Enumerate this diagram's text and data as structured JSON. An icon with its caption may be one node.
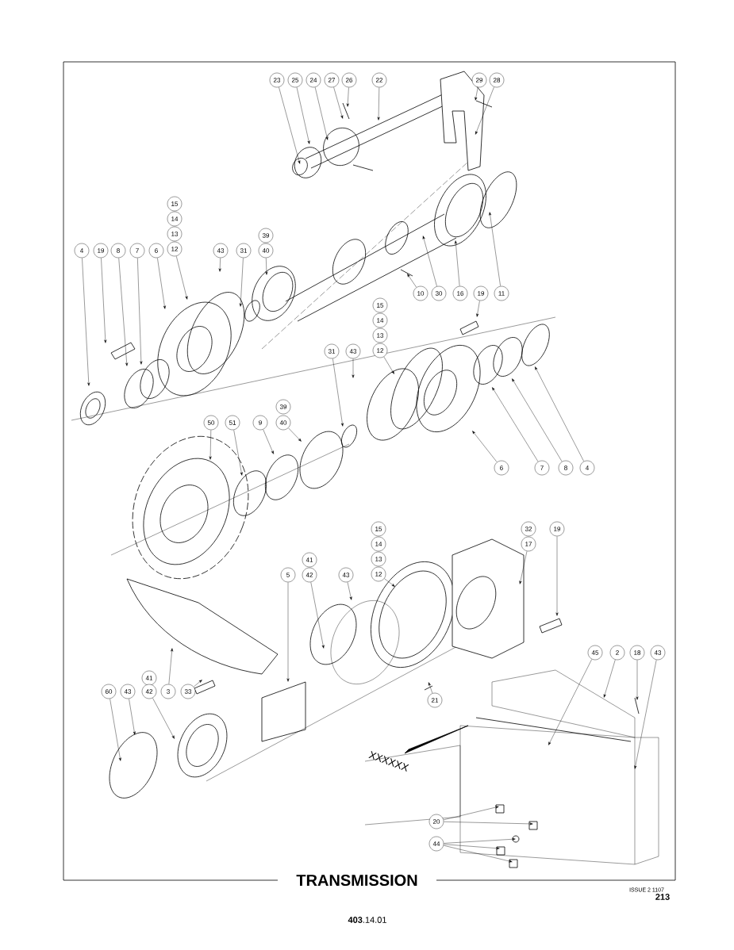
{
  "diagram": {
    "title": "TRANSMISSION",
    "nodes": [
      {
        "text": [
          "23"
        ]
      },
      {
        "text": [
          "25"
        ]
      },
      {
        "text": [
          "24"
        ]
      },
      {
        "text": [
          "27"
        ]
      },
      {
        "text": [
          "26"
        ]
      },
      {
        "text": [
          "22"
        ]
      },
      {
        "text": [
          "29"
        ]
      },
      {
        "text": [
          "28"
        ]
      },
      {
        "text": [
          "15"
        ]
      },
      {
        "text": [
          "14"
        ]
      },
      {
        "text": [
          "13"
        ]
      },
      {
        "text": [
          "12"
        ]
      },
      {
        "text": [
          "39"
        ]
      },
      {
        "text": [
          "4"
        ]
      },
      {
        "text": [
          "19"
        ]
      },
      {
        "text": [
          "8"
        ]
      },
      {
        "text": [
          "7"
        ]
      },
      {
        "text": [
          "6"
        ]
      },
      {
        "text": [
          "43"
        ]
      },
      {
        "text": [
          "31"
        ]
      },
      {
        "text": [
          "40"
        ]
      },
      {
        "text": [
          "10"
        ]
      },
      {
        "text": [
          "30"
        ]
      },
      {
        "text": [
          "16"
        ]
      },
      {
        "text": [
          "19"
        ]
      },
      {
        "text": [
          "11"
        ]
      },
      {
        "text": [
          "15"
        ]
      },
      {
        "text": [
          "14"
        ]
      },
      {
        "text": [
          "13"
        ]
      },
      {
        "text": [
          "31"
        ]
      },
      {
        "text": [
          "43"
        ]
      },
      {
        "text": [
          "12"
        ]
      },
      {
        "text": [
          "39"
        ]
      },
      {
        "text": [
          "50"
        ]
      },
      {
        "text": [
          "51"
        ]
      },
      {
        "text": [
          "9"
        ]
      },
      {
        "text": [
          "40"
        ]
      },
      {
        "text": [
          "6"
        ]
      },
      {
        "text": [
          "7"
        ]
      },
      {
        "text": [
          "8"
        ]
      },
      {
        "text": [
          "4"
        ]
      },
      {
        "text": [
          "15"
        ]
      },
      {
        "text": [
          "32"
        ]
      },
      {
        "text": [
          "19"
        ]
      },
      {
        "text": [
          "14"
        ]
      },
      {
        "text": [
          "17"
        ]
      },
      {
        "text": [
          "41"
        ]
      },
      {
        "text": [
          "13"
        ]
      },
      {
        "text": [
          "5"
        ]
      },
      {
        "text": [
          "42"
        ]
      },
      {
        "text": [
          "43"
        ]
      },
      {
        "text": [
          "12"
        ]
      },
      {
        "text": [
          "45"
        ]
      },
      {
        "text": [
          "2"
        ]
      },
      {
        "text": [
          "18"
        ]
      },
      {
        "text": [
          "43"
        ]
      },
      {
        "text": [
          "41"
        ]
      },
      {
        "text": [
          "60"
        ]
      },
      {
        "text": [
          "43"
        ]
      },
      {
        "text": [
          "42"
        ]
      },
      {
        "text": [
          "3"
        ]
      },
      {
        "text": [
          "33"
        ]
      },
      {
        "text": [
          "21"
        ]
      },
      {
        "text": [
          "20"
        ]
      },
      {
        "text": [
          "44"
        ]
      },
      {
        "text": [],
        "shape": "wedge"
      }
    ],
    "edges": [
      {
        "from": 0,
        "to": null,
        "arrow": "to"
      },
      {
        "from": 1,
        "to": null,
        "arrow": "to"
      },
      {
        "from": 2,
        "to": null,
        "arrow": "to"
      },
      {
        "from": 3,
        "to": null,
        "arrow": "to"
      },
      {
        "from": 4,
        "to": null,
        "arrow": "to"
      },
      {
        "from": 5,
        "to": null,
        "arrow": "to"
      },
      {
        "from": 6,
        "to": null,
        "arrow": "to"
      },
      {
        "from": 7,
        "to": null,
        "arrow": "to"
      },
      {
        "from": 11,
        "to": null,
        "arrow": "to"
      },
      {
        "from": 13,
        "to": null,
        "arrow": "to"
      },
      {
        "from": 14,
        "to": null,
        "arrow": "to"
      },
      {
        "from": 15,
        "to": null,
        "arrow": "to"
      },
      {
        "from": 16,
        "to": null,
        "arrow": "to"
      },
      {
        "from": 17,
        "to": null,
        "arrow": "to"
      },
      {
        "from": 18,
        "to": null,
        "arrow": "to"
      },
      {
        "from": 19,
        "to": null,
        "arrow": "to"
      },
      {
        "from": 20,
        "to": null,
        "arrow": "to"
      },
      {
        "from": 21,
        "to": null,
        "arrow": "to"
      },
      {
        "from": 22,
        "to": null,
        "arrow": "to"
      },
      {
        "from": 23,
        "to": null,
        "arrow": "to"
      },
      {
        "from": 24,
        "to": null,
        "arrow": "to"
      },
      {
        "from": 25,
        "to": null,
        "arrow": "to"
      },
      {
        "from": 29,
        "to": null,
        "arrow": "to"
      },
      {
        "from": 30,
        "to": null,
        "arrow": "to"
      },
      {
        "from": 31,
        "to": null,
        "arrow": "to"
      },
      {
        "from": 33,
        "to": null,
        "arrow": "to"
      },
      {
        "from": 34,
        "to": null,
        "arrow": "to"
      },
      {
        "from": 35,
        "to": null,
        "arrow": "to"
      },
      {
        "from": 36,
        "to": null,
        "arrow": "to"
      },
      {
        "from": 37,
        "to": null,
        "arrow": "to"
      },
      {
        "from": 38,
        "to": null,
        "arrow": "to"
      },
      {
        "from": 39,
        "to": null,
        "arrow": "to"
      },
      {
        "from": 40,
        "to": null,
        "arrow": "to"
      },
      {
        "from": 43,
        "to": null,
        "arrow": "to"
      },
      {
        "from": 45,
        "to": null,
        "arrow": "to"
      },
      {
        "from": 48,
        "to": null,
        "arrow": "to"
      },
      {
        "from": 49,
        "to": null,
        "arrow": "to"
      },
      {
        "from": 50,
        "to": null,
        "arrow": "to"
      },
      {
        "from": 51,
        "to": null,
        "arrow": "to"
      },
      {
        "from": 52,
        "to": null,
        "arrow": "to"
      },
      {
        "from": 53,
        "to": null,
        "arrow": "to"
      },
      {
        "from": 54,
        "to": null,
        "arrow": "to"
      },
      {
        "from": 55,
        "to": null,
        "arrow": "to"
      },
      {
        "from": 57,
        "to": null,
        "arrow": "to"
      },
      {
        "from": 58,
        "to": null,
        "arrow": "to"
      },
      {
        "from": 59,
        "to": null,
        "arrow": "to"
      },
      {
        "from": 60,
        "to": null,
        "arrow": "to"
      },
      {
        "from": 61,
        "to": null,
        "arrow": "to"
      },
      {
        "from": 62,
        "to": null,
        "arrow": "to"
      },
      {
        "from": 63,
        "to": null,
        "arrow": "to"
      },
      {
        "from": 63,
        "to": null,
        "arrow": "to"
      },
      {
        "from": 64,
        "to": null,
        "arrow": "to"
      },
      {
        "from": 64,
        "to": null,
        "arrow": "to"
      },
      {
        "from": 64,
        "to": null,
        "arrow": "to"
      }
    ],
    "labels": [
      "XXXXXX",
      "ISSUE 2 1107",
      "213",
      "**403**.14.01"
    ]
  }
}
